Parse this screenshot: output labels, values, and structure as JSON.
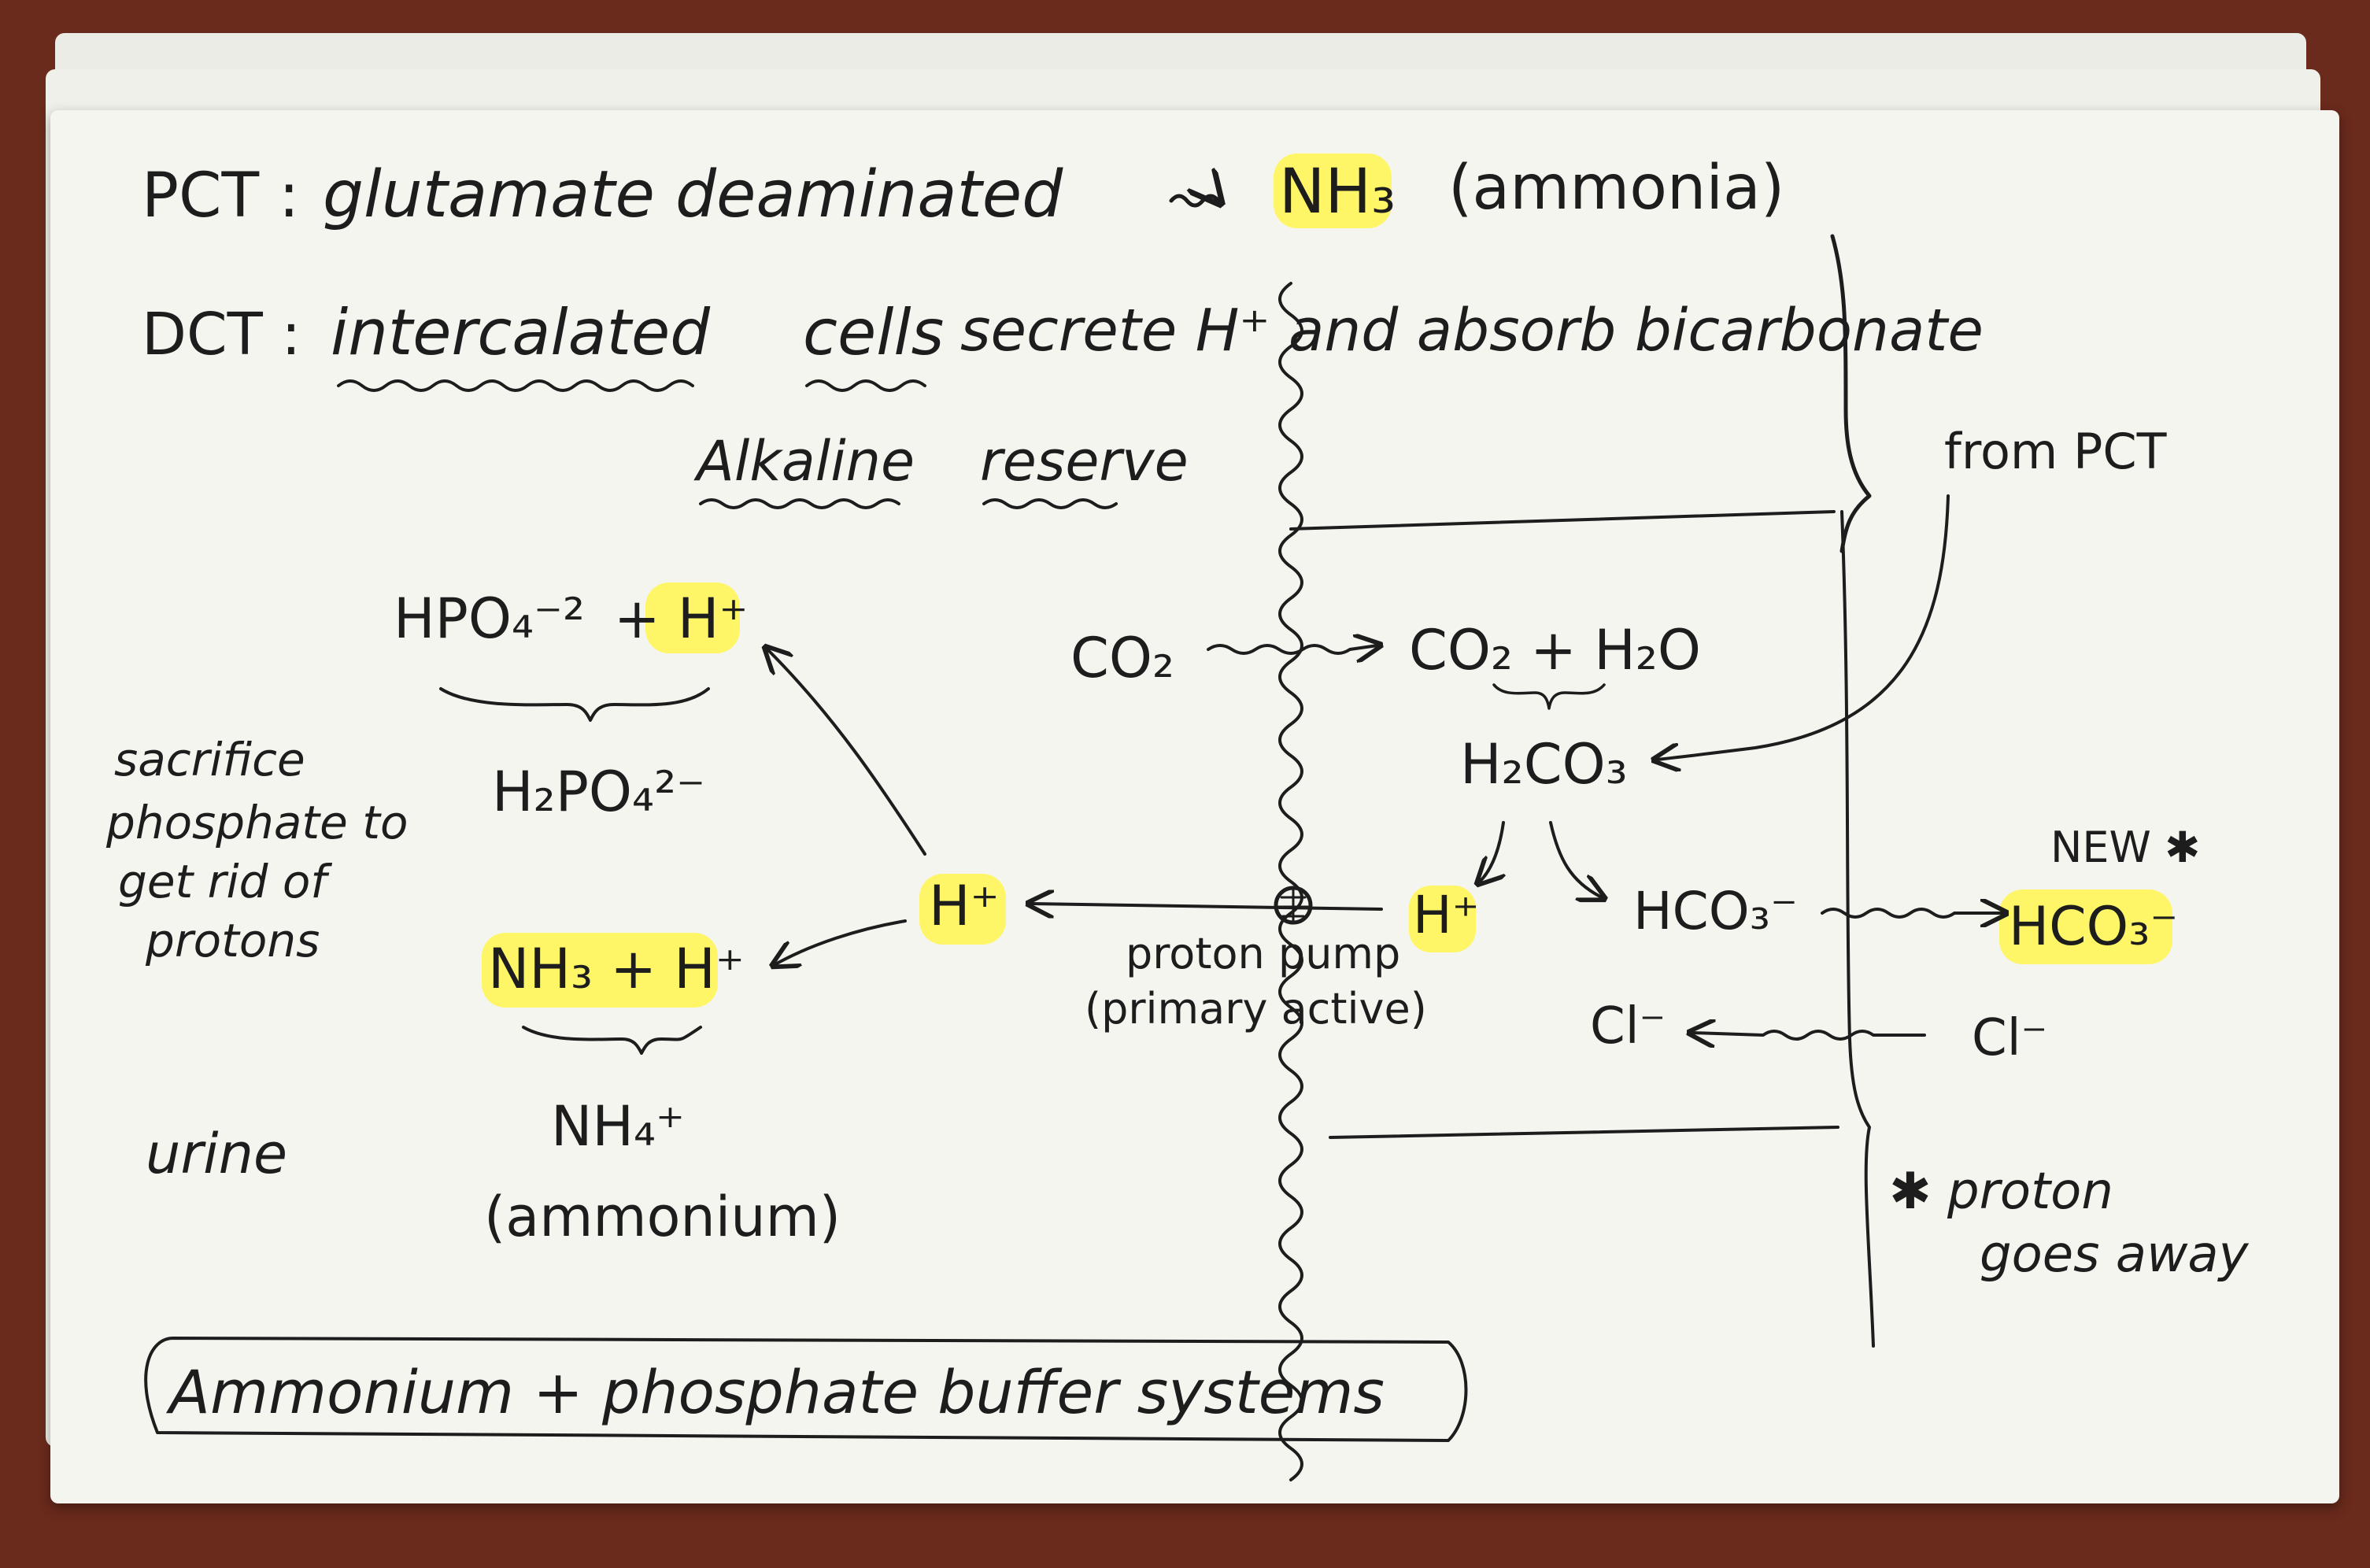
{
  "header": {
    "pct_prefix": "PCT :",
    "pct_text": "glutamate deaminated",
    "pct_product": "NH₃",
    "pct_name": "(ammonia)",
    "dct_prefix": "DCT :",
    "dct_word1": "intercalated",
    "dct_word2": "cells",
    "dct_text": "secrete H⁺ and absorb bicarbonate"
  },
  "labels": {
    "alkaline_word1": "Alkaline",
    "alkaline_word2": "reserve",
    "from_pct": "from PCT",
    "sacrifice_line1": "sacrifice",
    "sacrifice_line2": "phosphate to",
    "sacrifice_line3": "get rid of",
    "sacrifice_line4": "protons",
    "urine": "urine",
    "proton_pump_line1": "proton pump",
    "proton_pump_line2": "(primary active)",
    "new_star": "NEW ✱",
    "proton_away_line1": "✱ proton",
    "proton_away_line2": "goes away",
    "title": "Ammonium + phosphate buffer systems"
  },
  "chem": {
    "hpo4": "HPO₄⁻²",
    "plus_h": "+ H⁺",
    "h2po4": "H₂PO₄²⁻",
    "nh3_h": "NH₃ + H⁺",
    "nh4": "NH₄⁺",
    "ammonium": "(ammonium)",
    "h_plus_center": "H⁺",
    "co2_left": "CO₂",
    "co2_h2o": "CO₂ + H₂O",
    "h2co3": "H₂CO₃",
    "h_plus_right": "H⁺",
    "hco3": "HCO₃⁻",
    "hco3_new": "HCO₃⁻",
    "cl_left": "Cl⁻",
    "cl_right": "Cl⁻"
  },
  "colors": {
    "highlight": "#fff64f",
    "ink": "#1d1d1d",
    "card": "#f5f5f0",
    "table": "#6a2a1c"
  }
}
